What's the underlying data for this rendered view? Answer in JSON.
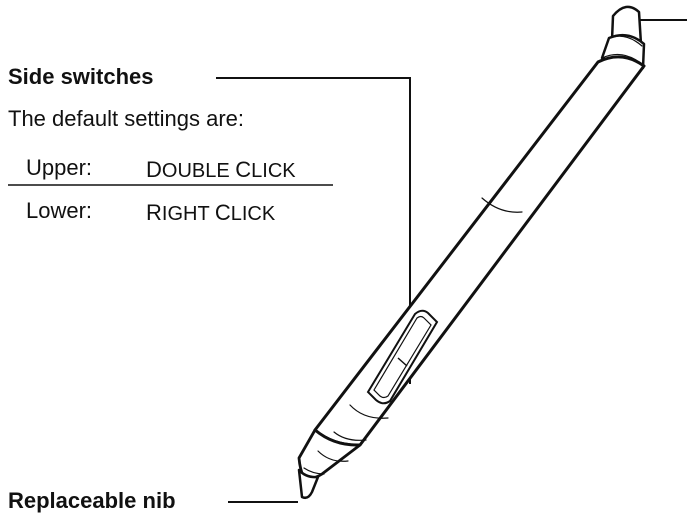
{
  "side_switches": {
    "title": "Side switches",
    "intro": "The default settings are:",
    "rows": [
      {
        "label": "Upper:",
        "action_caps": [
          "D",
          "OUBLE ",
          "C",
          "LICK"
        ]
      },
      {
        "label": "Lower:",
        "action_caps": [
          "R",
          "IGHT ",
          "C",
          "LICK"
        ]
      }
    ]
  },
  "nib": {
    "title": "Replaceable nib"
  }
}
